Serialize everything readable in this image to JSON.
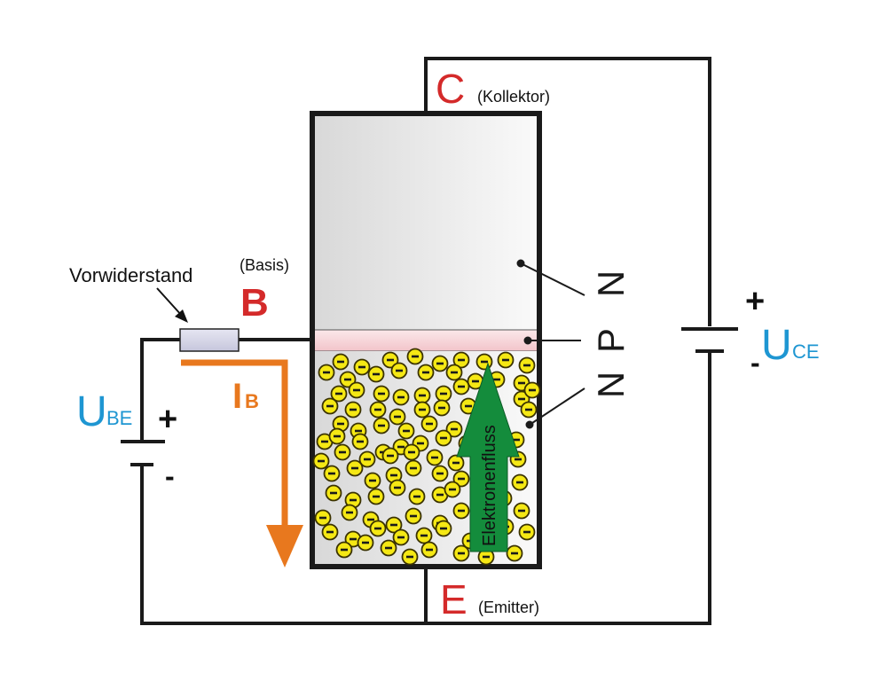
{
  "diagram": {
    "title": "NPN-Transistor Schaltung",
    "terminals": {
      "collector": {
        "letter": "C",
        "name": "(Kollektor)"
      },
      "base": {
        "letter": "B",
        "name": "(Basis)"
      },
      "emitter": {
        "letter": "E",
        "name": "(Emitter)"
      }
    },
    "resistor_label": "Vorwiderstand",
    "base_current": {
      "main": "I",
      "sub": "B"
    },
    "voltage_be": {
      "main": "U",
      "sub": "BE",
      "plus": "+",
      "minus": "-"
    },
    "voltage_ce": {
      "main": "U",
      "sub": "CE",
      "plus": "+",
      "minus": "-"
    },
    "layers": [
      "N",
      "P",
      "N"
    ],
    "electron_flow_label": "Elektronenfluss",
    "electron_symbol": "−",
    "colors": {
      "terminal_letter": "#d42a2a",
      "voltage_label": "#1e96d2",
      "base_current": "#e8781e",
      "electron_fill": "#f5e814",
      "flow_arrow": "#148c3c",
      "p_layer": "#f6d2d6",
      "resistor": "#d2d2e6",
      "wire": "#1a1a1a"
    }
  }
}
